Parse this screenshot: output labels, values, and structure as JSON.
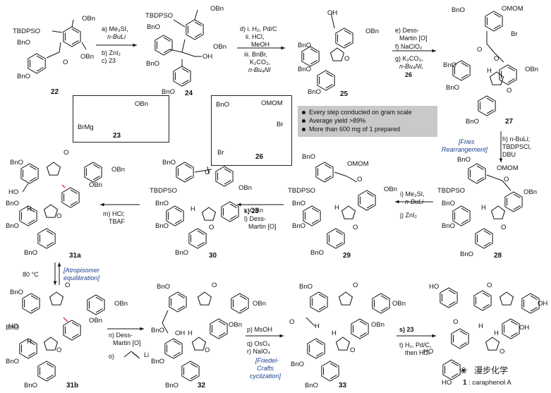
{
  "compounds": {
    "c22": "22",
    "c24": "24",
    "c25": "25",
    "c27": "27",
    "c23": "23",
    "c26": "26",
    "c31a": "31a",
    "c30": "30",
    "c29": "29",
    "c28": "28",
    "c31b": "31b",
    "c32": "32",
    "c33": "33",
    "c1": "1",
    "c1_name": ": caraphenol A"
  },
  "groups": {
    "tbdpso": "TBDPSO",
    "bno": "BnO",
    "obn": "OBn",
    "o": "O",
    "oh": "OH",
    "ho": "HO",
    "h": "H",
    "omom": "OMOM",
    "br": "Br",
    "brmg": "BrMg",
    "li": "Li"
  },
  "reagents": {
    "a1": "a) Me₃SI,",
    "a2": "n-BuLi",
    "b": "b) ZnI₂",
    "c": "c) 23",
    "d1": "d) i. H₂, Pd/C",
    "d2": "ii. HCl,",
    "d3": "MeOH",
    "d4": "iii. BnBr,",
    "d5": "K₂CO₃,",
    "d6": "n-Bu₄NI",
    "e1": "e) Dess-",
    "e2": "Martin [O]",
    "f": "f) NaClO₂",
    "g1": "g) K₂CO₃,",
    "g2": "n-Bu₄NI,",
    "g3": "26",
    "h1": "h) n-BuLi;",
    "h2": "TBDPSCl,",
    "h3": "DBU",
    "i1": "i) Me₃SI,",
    "i2": "n-BuLi",
    "j": "j) ZnI₂",
    "k": "k) 23",
    "l1": "l) Dess-",
    "l2": "Martin [O]",
    "m1": "m) HCl;",
    "m2": "TBAF",
    "n1": "n) Dess-",
    "n2": "Martin [O]",
    "o": "o)",
    "p": "p) MsOH",
    "q": "q) OsO₄",
    "r": "r) NaIO₄",
    "s": "s) 23",
    "t1": "t) H₂, Pd/C,",
    "t2": "then HCl",
    "temp": "80 °C"
  },
  "annotations": {
    "fries1": "[Fries",
    "fries2": "Rearrangement]",
    "atrop1": "[Atropisomer",
    "atrop2": "equilibration]",
    "fc1": "[Friedel-",
    "fc2": "Crafts",
    "fc3": "cyclization]"
  },
  "chart_data": {
    "type": "table",
    "notes": [
      "Every step conducted on gram scale",
      "Average yield >89%",
      "More than 600 mg of 1 prepared"
    ]
  },
  "watermark": "漫步化学",
  "colors": {
    "annotation": "#1b3f8f",
    "highlight_bond": "#e0457b",
    "notes_bg": "#c9c9c9"
  }
}
